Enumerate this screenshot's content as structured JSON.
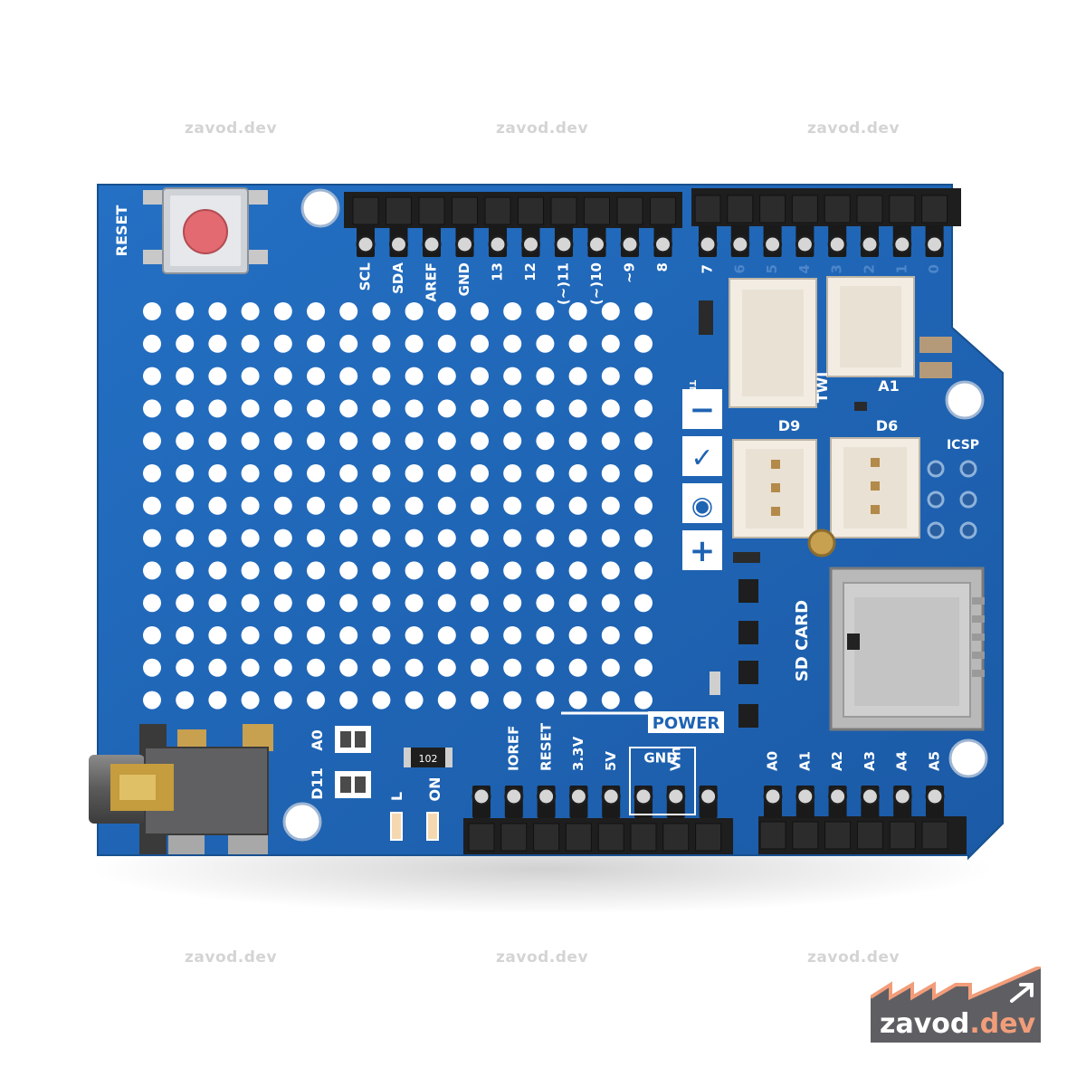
{
  "watermark": {
    "text": "zavod.dev",
    "logo_name": "zavod",
    "logo_tld": ".dev",
    "logo_color": "#5f5f63",
    "logo_accent": "#f29d7a"
  },
  "board": {
    "pcb_color": "#1f63b3",
    "reset_label": "RESET",
    "digital_header_left": [
      "SCL",
      "SDA",
      "AREF",
      "GND",
      "13",
      "12",
      "(~)11",
      "(~)10",
      "~9",
      "8"
    ],
    "digital_header_right": [
      "7",
      "6",
      "5",
      "4",
      "3",
      "2",
      "1",
      "0"
    ],
    "power_label": "POWER",
    "power_header": [
      "IOREF",
      "RESET",
      "3.3V",
      "5V",
      "GND",
      "Vin"
    ],
    "analog_header": [
      "A0",
      "A1",
      "A2",
      "A3",
      "A4",
      "A5"
    ],
    "connector_labels": {
      "twi": "TWI",
      "a1": "A1",
      "d9": "D9",
      "d6": "D6"
    },
    "icsp_label": "ICSP",
    "sd_card_label": "SD CARD",
    "resistor_label": "102",
    "pad_labels": {
      "a0": "A0",
      "d11": "D11"
    },
    "led_labels": {
      "l": "L",
      "on": "ON"
    },
    "brand_symbols": [
      "−",
      "✓",
      "◉",
      "+"
    ],
    "tm": "TM"
  }
}
